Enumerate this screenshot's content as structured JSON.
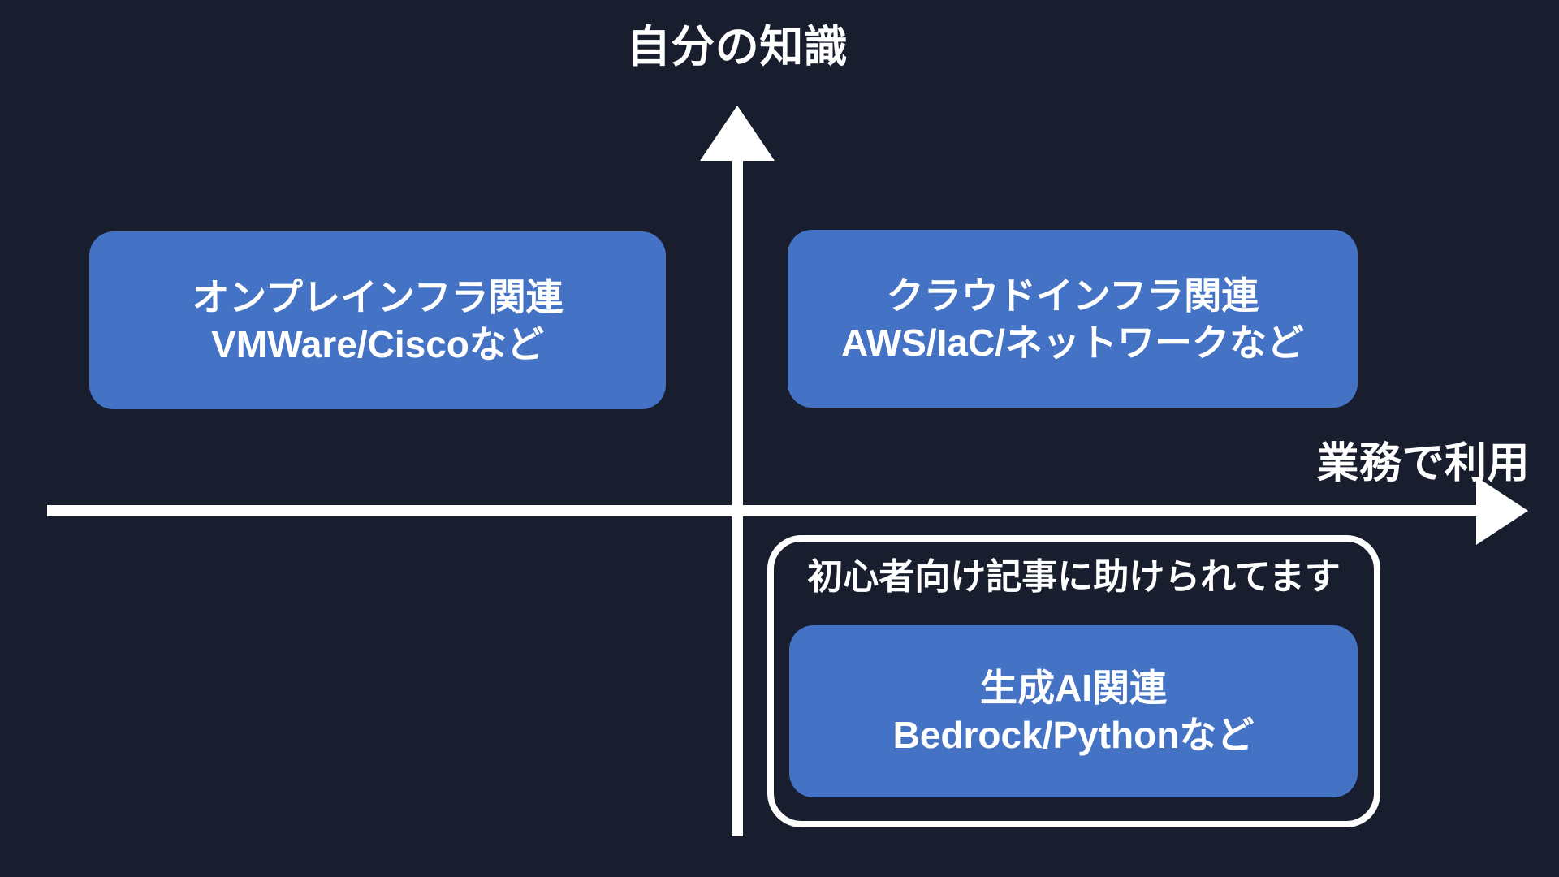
{
  "diagram": {
    "type": "quadrant",
    "background_color": "#181e2e",
    "axis_color": "#ffffff",
    "box_color": "#4472c4",
    "text_color": "#ffffff",
    "y_axis_label": "自分の知識",
    "x_axis_label": "業務で利用",
    "quadrants": [
      {
        "id": "onprem",
        "position": "top-left",
        "line1": "オンプレインフラ関連",
        "line2": "VMWare/Ciscoなど"
      },
      {
        "id": "cloud",
        "position": "top-right",
        "line1": "クラウドインフラ関連",
        "line2": "AWS/IaC/ネットワークなど"
      },
      {
        "id": "genai",
        "position": "bottom-right",
        "line1": "生成AI関連",
        "line2": "Bedrock/Pythonなど"
      }
    ],
    "highlight": {
      "caption": "初心者向け記事に助けられてます",
      "contains": "genai",
      "border_color": "#ffffff"
    }
  }
}
